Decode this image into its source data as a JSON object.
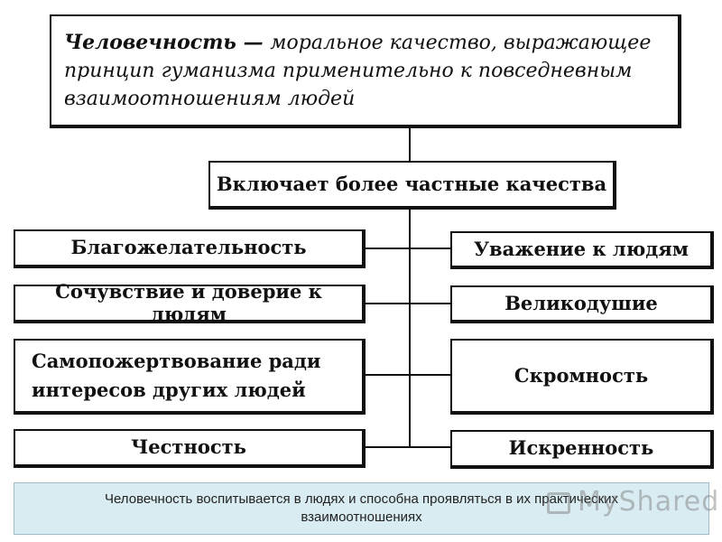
{
  "definition": {
    "term": "Человечность",
    "dash": " — ",
    "text": "моральное качество, выражающее принцип гуманизма применительно к повседневным взаимоотношениям людей"
  },
  "includes_label": "Включает более частные качества",
  "qualities_left": [
    "Благожелательность",
    "Сочувствие и доверие к людям",
    "Самопожертвование ради интересов других людей",
    "Честность"
  ],
  "qualities_right": [
    "Уважение к людям",
    "Великодушие",
    "Скромность",
    "Искренность"
  ],
  "caption": "Человечность воспитывается в людях и способна проявляться в их практических взаимоотношениях",
  "watermark": "MyShared"
}
